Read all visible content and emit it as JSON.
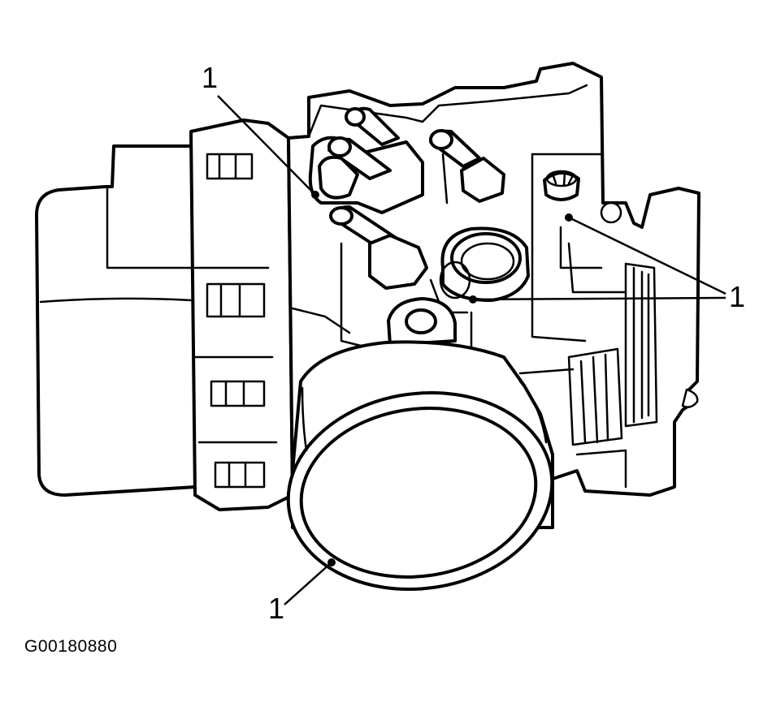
{
  "figure_id": "G00180880",
  "callouts": [
    {
      "label": "1"
    },
    {
      "label": "1"
    },
    {
      "label": "1"
    }
  ]
}
